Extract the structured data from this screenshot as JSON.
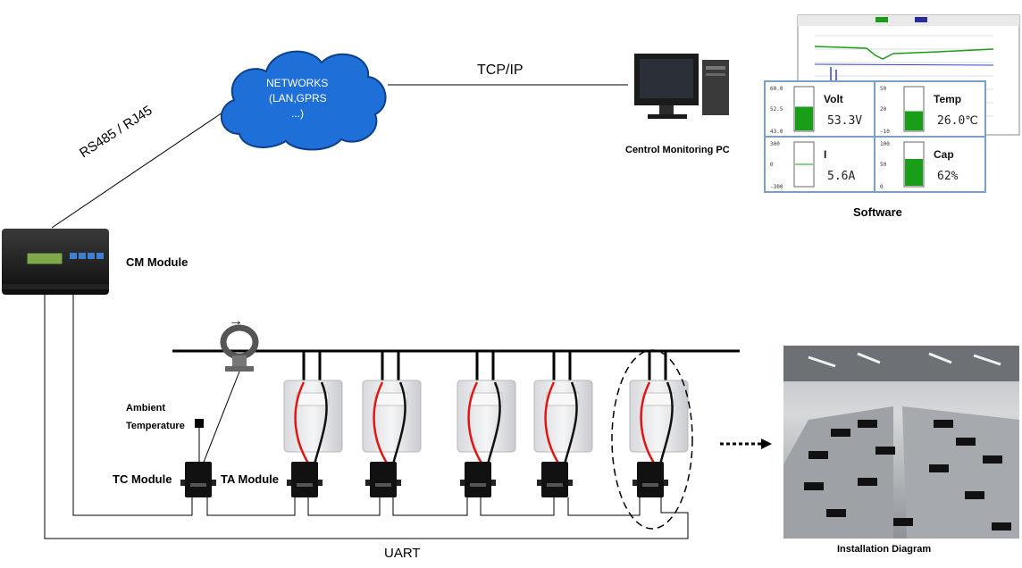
{
  "links": {
    "tcpip": "TCP/IP",
    "rs485": "RS485 / RJ45",
    "uart": "UART"
  },
  "cloud": {
    "line1": "NETWORKS",
    "line2": "(LAN,GPRS",
    "line3": "...)"
  },
  "pc": {
    "label": "Centrol Monitoring PC"
  },
  "software": {
    "label": "Software",
    "panels": [
      {
        "name": "Volt",
        "value": "53.3V",
        "scale": [
          "60.0",
          "52.5",
          "43.0"
        ],
        "level": 0.55
      },
      {
        "name": "Temp",
        "value": "26.0℃",
        "scale": [
          "50",
          "20",
          "-10"
        ],
        "level": 0.45
      },
      {
        "name": "I",
        "value": "5.6A",
        "scale": [
          "300",
          "0",
          "-300"
        ],
        "level": 0.0
      },
      {
        "name": "Cap",
        "value": "62%",
        "scale": [
          "100",
          "50",
          "0"
        ],
        "level": 0.62
      }
    ],
    "accent": "#1a9e1a"
  },
  "modules": {
    "cm": "CM Module",
    "tc": "TC Module",
    "ta": "TA Module",
    "ambient_line1": "Ambient",
    "ambient_line2": "Temperature",
    "current_arrow": "→"
  },
  "installation": {
    "label": "Installation Diagram"
  },
  "colors": {
    "cloud": "#1f6fd8",
    "cable_red": "#e01515",
    "cable_black": "#111111"
  }
}
